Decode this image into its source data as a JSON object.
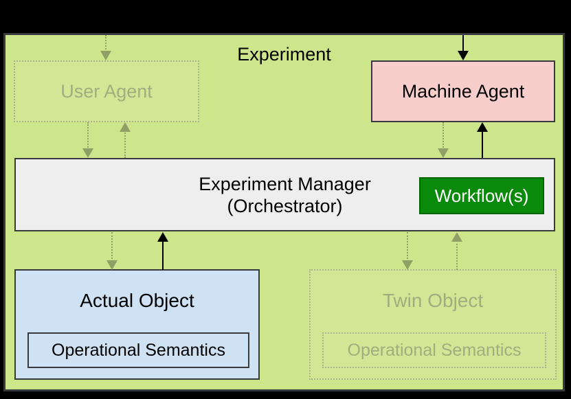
{
  "diagram": {
    "title": "Experiment",
    "nodes": {
      "user_agent": {
        "label": "User Agent",
        "state": "faded"
      },
      "machine_agent": {
        "label": "Machine Agent",
        "state": "active"
      },
      "experiment_manager": {
        "label_line1": "Experiment Manager",
        "label_line2": "(Orchestrator)",
        "state": "active"
      },
      "workflow": {
        "label": "Workflow(s)",
        "state": "active"
      },
      "actual_object": {
        "label": "Actual Object",
        "state": "active",
        "sub": {
          "label": "Operational Semantics"
        }
      },
      "twin_object": {
        "label": "Twin Object",
        "state": "faded",
        "sub": {
          "label": "Operational Semantics"
        }
      }
    },
    "edges": [
      {
        "name": "external-to-user-agent",
        "style": "dotted-faded",
        "direction": "down"
      },
      {
        "name": "external-to-machine-agent",
        "style": "solid",
        "direction": "down"
      },
      {
        "name": "user-agent-to-manager",
        "style": "dotted-faded",
        "direction": "down"
      },
      {
        "name": "manager-to-user-agent",
        "style": "dotted-faded",
        "direction": "up"
      },
      {
        "name": "machine-agent-to-manager",
        "style": "dotted-faded",
        "direction": "down"
      },
      {
        "name": "manager-to-machine-agent",
        "style": "solid",
        "direction": "up"
      },
      {
        "name": "manager-to-actual-object",
        "style": "dotted-faded",
        "direction": "down"
      },
      {
        "name": "actual-object-to-manager",
        "style": "solid",
        "direction": "up"
      },
      {
        "name": "manager-to-twin-object",
        "style": "dotted-faded",
        "direction": "down"
      },
      {
        "name": "twin-object-to-manager",
        "style": "dotted-faded",
        "direction": "up"
      }
    ],
    "colors": {
      "canvas_bg": "#000000",
      "container_fill": "#cde58b",
      "container_border": "#36393d",
      "box_border": "#36393d",
      "machine_agent_fill": "#f8cecc",
      "manager_fill": "#eeeeee",
      "workflow_fill": "#0a8a0a",
      "workflow_border": "#006600",
      "actual_fill": "#cfe2f3",
      "faded_border": "#a9b38a",
      "faded_text": "#a2ad7e",
      "faded_arrow": "#8fa066",
      "solid_arrow": "#000000"
    }
  }
}
